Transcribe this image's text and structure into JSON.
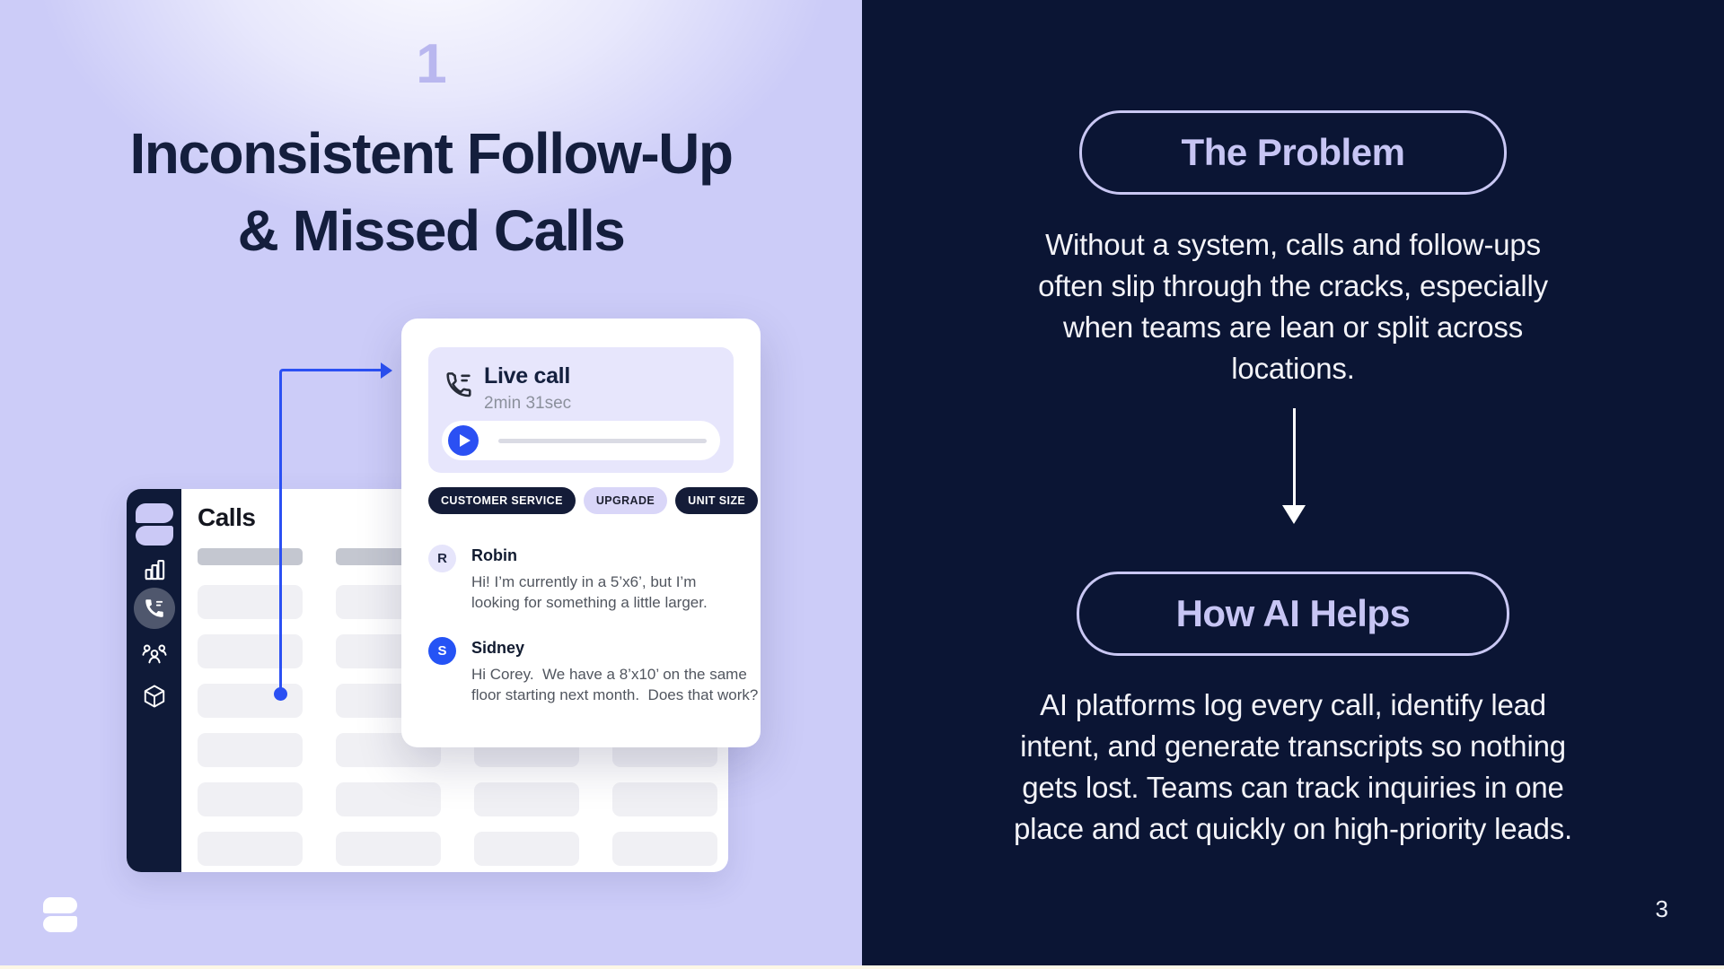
{
  "slide": {
    "step_number": "1",
    "title_line1": "Inconsistent Follow-Up",
    "title_line2": "& Missed Calls",
    "page_number": "3"
  },
  "mockup": {
    "page_title": "Calls",
    "sidebar_icons": [
      "app-logo",
      "bar-chart-icon",
      "phone-call-icon (active)",
      "team-icon",
      "package-icon"
    ],
    "placeholder_table": {
      "header_rows": 1,
      "body_rows": 6,
      "columns": 4
    },
    "live_call": {
      "icon": "phone-transcript-icon",
      "title": "Live call",
      "duration": "2min 31sec",
      "player": {
        "icon": "play-icon"
      }
    },
    "tags": [
      {
        "label": "CUSTOMER SERVICE",
        "style": "dark"
      },
      {
        "label": "UPGRADE",
        "style": "light"
      },
      {
        "label": "UNIT SIZE",
        "style": "dark"
      }
    ],
    "messages": [
      {
        "initial": "R",
        "name": "Robin",
        "avatar_style": "light",
        "text": "Hi! I’m currently in a 5’x6’, but I’m looking for something a little larger."
      },
      {
        "initial": "S",
        "name": "Sidney",
        "avatar_style": "blue",
        "text": "Hi Corey.  We have a 8’x10’ on the same floor starting next month.  Does that work?"
      }
    ]
  },
  "right": {
    "sections": [
      {
        "heading": "The Problem",
        "body": "Without a system, calls and follow-ups often slip through the cracks, especially when teams are lean or split across locations."
      },
      {
        "heading": "How AI Helps",
        "body": "AI platforms log every call, identify lead intent, and generate transcripts so nothing gets lost. Teams can track inquiries in one place and act quickly on high-priority leads."
      }
    ]
  },
  "colors": {
    "navy": "#0b1534",
    "lavender": "#ccccf8",
    "accent_blue": "#2b50f3",
    "heading_lavender": "#c7c5f4",
    "title_navy": "#141e3d"
  }
}
